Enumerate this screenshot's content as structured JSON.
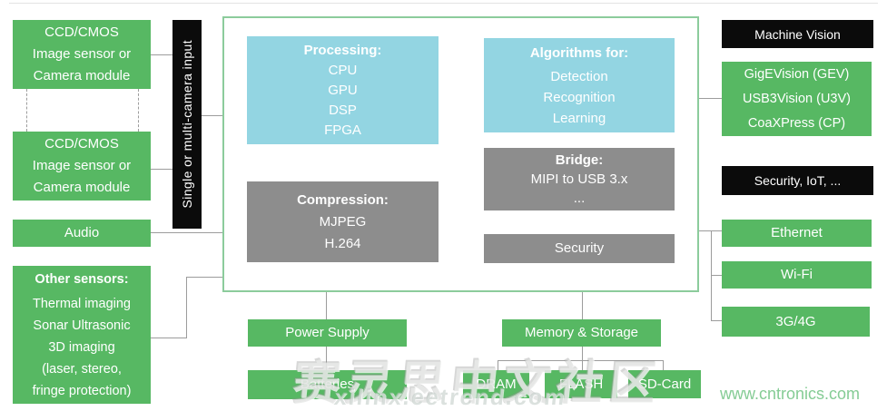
{
  "diagram": {
    "left_column": {
      "camera1": {
        "lines": [
          "CCD/CMOS",
          "Image sensor or",
          "Camera module"
        ]
      },
      "camera2": {
        "lines": [
          "CCD/CMOS",
          "Image sensor or",
          "Camera module"
        ]
      },
      "audio_label": "Audio",
      "other_sensors": {
        "title": "Other sensors:",
        "lines": [
          "Thermal imaging",
          "Sonar Ultrasonic",
          "3D imaging",
          "(laser, stereo,",
          "fringe protection)"
        ]
      }
    },
    "input_bar_label": "Single or multi-camera input",
    "soc": {
      "processing": {
        "title": "Processing:",
        "items": [
          "CPU",
          "GPU",
          "DSP",
          "FPGA"
        ]
      },
      "algorithms": {
        "title": "Algorithms for:",
        "items": [
          "Detection",
          "Recognition",
          "Learning"
        ]
      },
      "compression": {
        "title": "Compression:",
        "items": [
          "MJPEG",
          "H.264"
        ]
      },
      "bridge": {
        "title": "Bridge:",
        "items": [
          "MIPI to USB 3.x",
          "..."
        ]
      },
      "security_label": "Security"
    },
    "right_column": {
      "machine_vision_header": "Machine Vision",
      "vision_protocols": [
        "GigEVision (GEV)",
        "USB3Vision (U3V)",
        "CoaXPress (CP)"
      ],
      "security_iot_header": "Security, IoT, ...",
      "connectivity": [
        "Ethernet",
        "Wi-Fi",
        "3G/4G"
      ]
    },
    "bottom_row": {
      "power_supply": "Power Supply",
      "batteries": "Batteries",
      "memory_storage": "Memory & Storage",
      "dram": "DRAM",
      "flash": "FLASH",
      "sd_card": "SD-Card"
    },
    "watermarks": {
      "center_cjk": "赛灵思中文社区",
      "center_site": "xilinx.eetrend.com",
      "bottom_right": "www.cntronics.com"
    },
    "colors": {
      "green": "#57b863",
      "blue": "#93d5e2",
      "gray": "#8d8d8d",
      "black": "#0b0b0b",
      "border_green": "#8ccc9c",
      "line": "#9c9c9c",
      "watermark_green": "#85cc95"
    }
  }
}
